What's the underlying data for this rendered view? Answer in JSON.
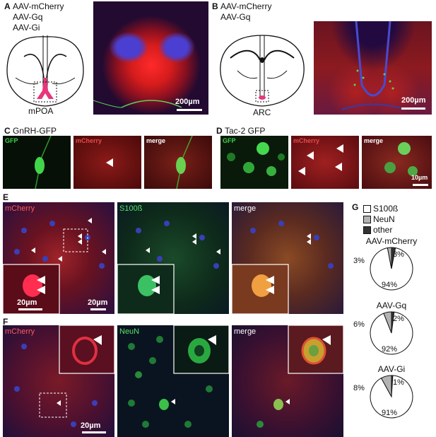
{
  "panels": {
    "A": {
      "letter": "A",
      "vectors": [
        "AAV-mCherry",
        "AAV-Gq",
        "AAV-Gi"
      ],
      "region": "mPOA",
      "scale": "200µm"
    },
    "B": {
      "letter": "B",
      "vectors": [
        "AAV-mCherry",
        "AAV-Gq"
      ],
      "region": "ARC",
      "scale": "200µm"
    },
    "C": {
      "letter": "C",
      "title": "GnRH-GFP",
      "channels": [
        "GFP",
        "mCherry",
        "merge"
      ]
    },
    "D": {
      "letter": "D",
      "title": "Tac-2 GFP",
      "channels": [
        "GFP",
        "mCherry",
        "merge"
      ],
      "scale": "10µm"
    },
    "E": {
      "letter": "E",
      "channels": [
        "mCherry",
        "S100ß",
        "merge"
      ],
      "scale_inset": "20µm",
      "scale_main": "20µm"
    },
    "F": {
      "letter": "F",
      "channels": [
        "mCherry",
        "NeuN",
        "merge"
      ],
      "scale": "20µm"
    },
    "G": {
      "letter": "G",
      "legend": [
        "S100ß",
        "NeuN",
        "other"
      ],
      "pies": [
        {
          "title": "AAV-mCherry",
          "s100": 94,
          "neun": 3,
          "other": 3,
          "labels": [
            "3%",
            "3%",
            "94%"
          ]
        },
        {
          "title": "AAV-Gq",
          "s100": 92,
          "neun": 6,
          "other": 2,
          "labels": [
            "6%",
            "2%",
            "92%"
          ]
        },
        {
          "title": "AAV-Gi",
          "s100": 91,
          "neun": 8,
          "other": 1,
          "labels": [
            "8%",
            "1%",
            "91%"
          ]
        }
      ]
    }
  },
  "colors": {
    "mcherry": "#d8231f",
    "gfp": "#3bd14a",
    "dapi": "#3a3fb8",
    "neun_gray": "#b3b3b3",
    "other_dark": "#333333",
    "hot_pink": "#e8357c"
  }
}
